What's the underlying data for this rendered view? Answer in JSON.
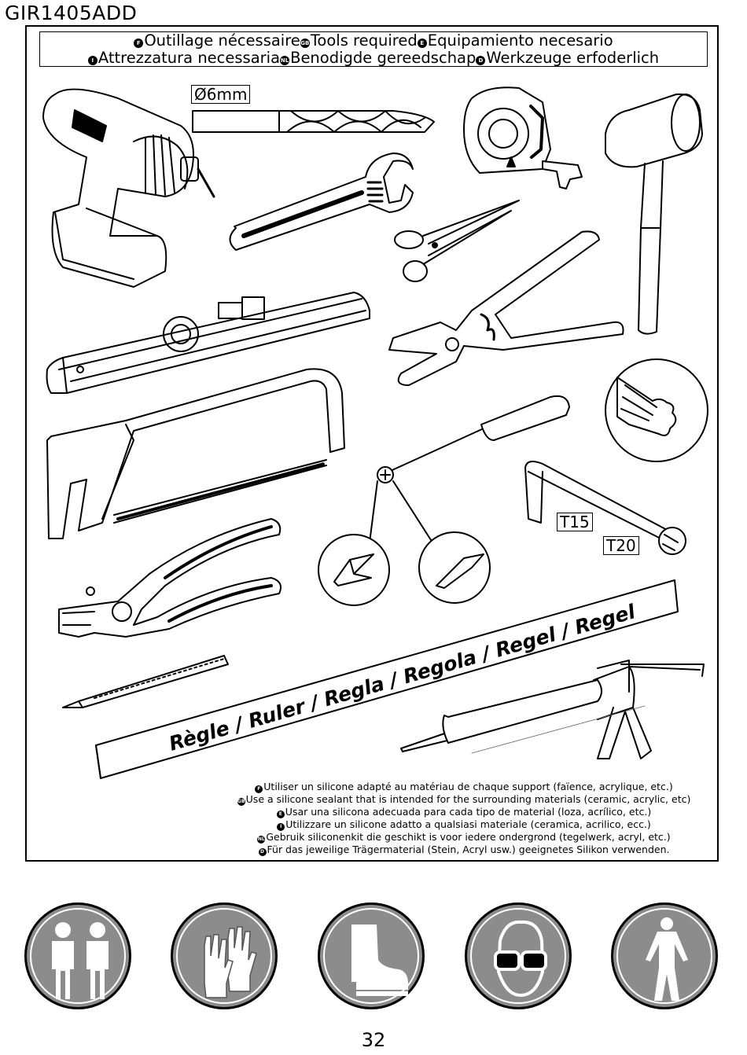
{
  "model": "GIR1405ADD",
  "header": {
    "line1": [
      {
        "flag": "F",
        "text": "Outillage nécessaire"
      },
      {
        "flag": "GB",
        "text": "Tools required"
      },
      {
        "flag": "E",
        "text": "Equipamiento necesario"
      }
    ],
    "line2": [
      {
        "flag": "I",
        "text": "Attrezzatura necessaria"
      },
      {
        "flag": "NL",
        "text": "Benodigde gereedschap"
      },
      {
        "flag": "D",
        "text": "Werkzeuge erfoderlich"
      }
    ]
  },
  "tools": {
    "drill_bit_label": "Ø6mm",
    "torx_small_label": "T15",
    "torx_large_label": "T20",
    "ruler_text": "Règle / Ruler / Regla / Regola / Regel / Regel"
  },
  "notes": [
    {
      "flag": "F",
      "text": "Utiliser un silicone adapté au matériau de chaque support (faïence, acrylique, etc.)"
    },
    {
      "flag": "GB",
      "text": "Use a silicone sealant that is intended for the surrounding materials (ceramic, acrylic, etc)"
    },
    {
      "flag": "E",
      "text": "Usar una silicona adecuada para cada tipo de material (loza, acrílico, etc.)"
    },
    {
      "flag": "I",
      "text": "Utilizzare un silicone adatto a qualsiasi materiale (ceramica, acrilico, ecc.)"
    },
    {
      "flag": "NL",
      "text": "Gebruik siliconenkit die geschikt is voor iedere ondergrond (tegelwerk, acryl, etc.)"
    },
    {
      "flag": "D",
      "text": "Für das jeweilige Trägermaterial (Stein, Acryl usw.) geeignetes Silikon verwenden."
    }
  ],
  "safety_icons": [
    "two-persons-icon",
    "gloves-icon",
    "safety-boots-icon",
    "safety-goggles-icon",
    "protective-coverall-icon"
  ],
  "page_number": "32"
}
